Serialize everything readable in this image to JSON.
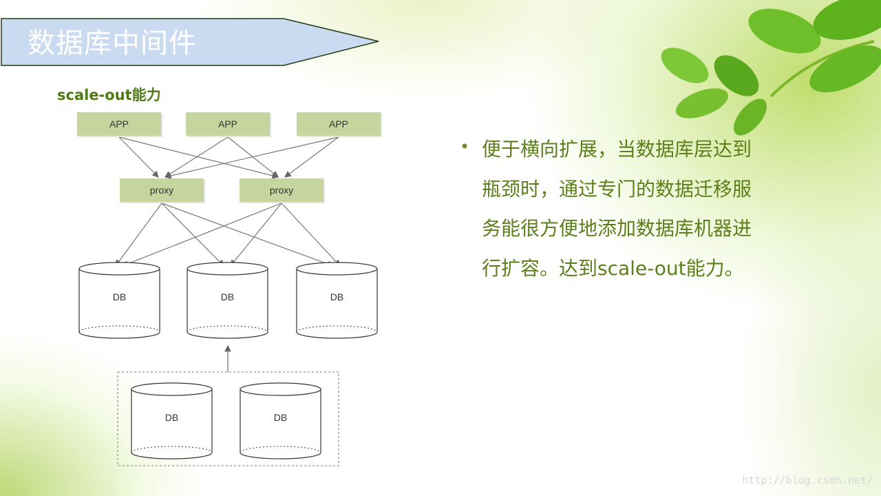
{
  "title": "数据库中间件",
  "subtitle": "scale-out能力",
  "diagram": {
    "apps": [
      "APP",
      "APP",
      "APP"
    ],
    "proxies": [
      "proxy",
      "proxy"
    ],
    "dbs": [
      "DB",
      "DB",
      "DB"
    ],
    "new_dbs": [
      "DB",
      "DB"
    ]
  },
  "bullet": {
    "marker": "•",
    "lines": [
      "便于横向扩展，当数据库层达到",
      "瓶颈时，通过专门的数据迁移服",
      "务能很方便地添加数据库机器进",
      "行扩容。达到scale-out能力。"
    ]
  },
  "watermark": "http://blog.csdn.net/",
  "colors": {
    "title_fill": "#c9daf1",
    "box_fill": "#c6d59d",
    "text_green": "#5c7f1c"
  }
}
